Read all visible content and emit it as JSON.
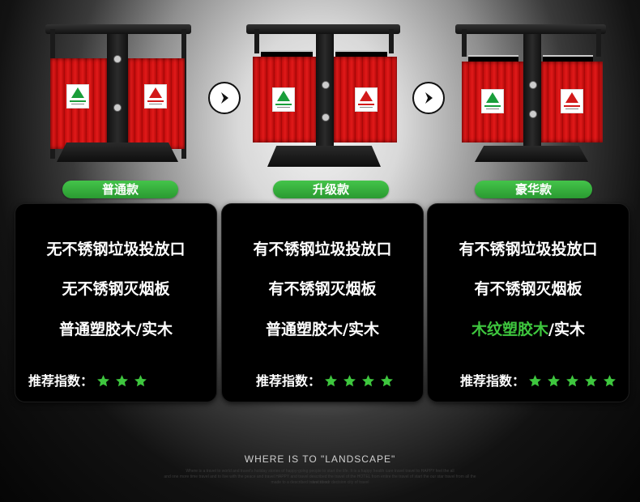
{
  "products": [
    {
      "label": "普通款",
      "features": [
        "无不锈钢垃圾投放口",
        "无不锈钢灭烟板",
        "普通塑胶木/实木"
      ],
      "rating_label": "推荐指数：",
      "stars": 3
    },
    {
      "label": "升级款",
      "features": [
        "有不锈钢垃圾投放口",
        "有不锈钢灭烟板",
        "普通塑胶木/实木"
      ],
      "rating_label": "推荐指数：",
      "stars": 4
    },
    {
      "label": "豪华款",
      "features": [
        "有不锈钢垃圾投放口",
        "有不锈钢灭烟板"
      ],
      "feature3_highlight": "木纹塑胶木",
      "feature3_rest": "/实木",
      "rating_label": "推荐指数：",
      "stars": 5
    }
  ],
  "footer": {
    "title": "WHERE IS TO \"LANDSCAPE\"",
    "small_line1": "Where is a travel to world and travel's holiday stories of happy-going people to start the life. It is a happy health care travel travel to HAPPY feel the all",
    "small_line2": "and one more time travel and to live with the peace and travel HAPPY and travel described the travel of the HOTEL from entire the travel of start the our star travel from all the described",
    "small_line3": "made to a described travel to our decision city of travel"
  },
  "colors": {
    "accent_green": "#3ec63e",
    "bin_red": "#e21a1a",
    "card_bg": "#000000"
  },
  "icons": {
    "arrow": "chevron-right-icon",
    "star": "star-icon",
    "recycle": "recycle-sign-icon"
  }
}
